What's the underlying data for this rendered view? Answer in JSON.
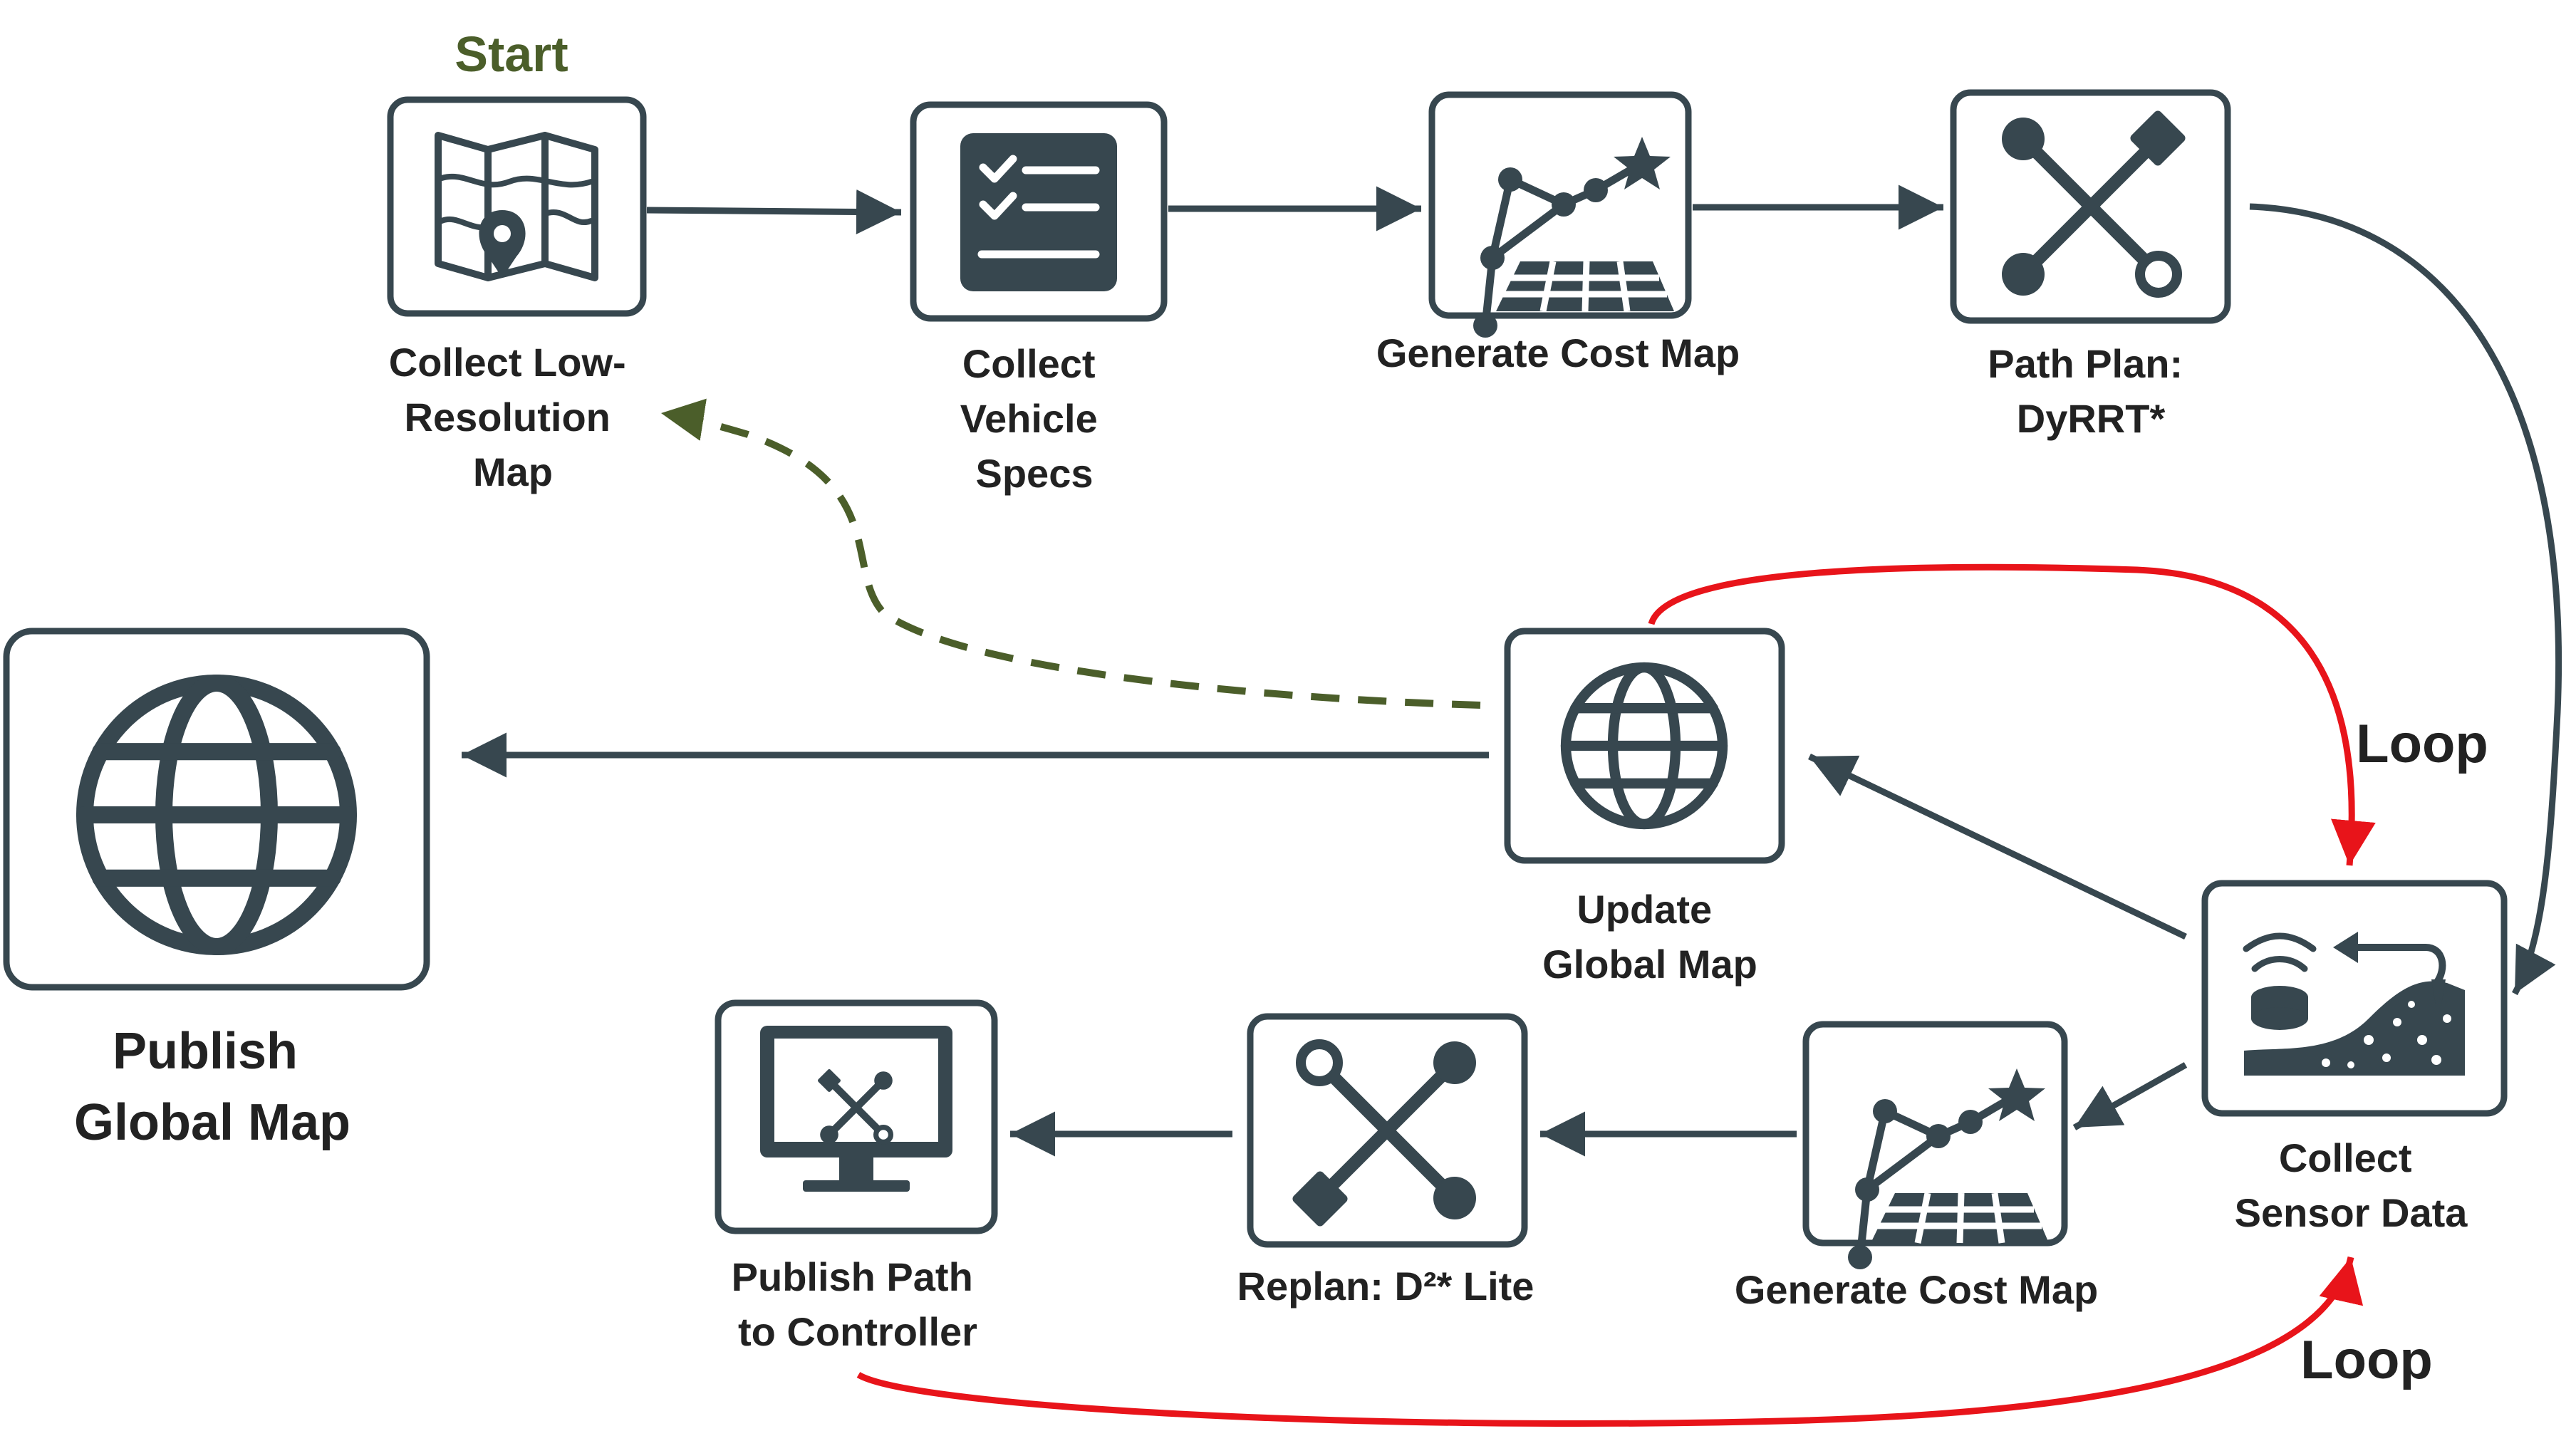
{
  "start_label": "Start",
  "nodes": {
    "collect_map": [
      "Collect Low-",
      "Resolution",
      "Map"
    ],
    "collect_vehicle": [
      "Collect",
      "Vehicle",
      "Specs"
    ],
    "cost_map_top": [
      "Generate Cost Map"
    ],
    "path_plan": [
      "Path Plan:",
      "DyRRT*"
    ],
    "update_global": [
      "Update",
      "Global Map"
    ],
    "publish_global": [
      "Publish",
      "Global Map"
    ],
    "collect_sensor": [
      "Collect",
      "Sensor Data"
    ],
    "cost_map_bottom": [
      "Generate Cost Map"
    ],
    "replan": [
      "Replan: D²* Lite"
    ],
    "publish_path": [
      "Publish Path",
      "to Controller"
    ]
  },
  "loop_labels": [
    "Loop",
    "Loop"
  ],
  "colors": {
    "node_border": "#37474f",
    "icon": "#37474f",
    "loop_arrow": "#e8141a",
    "start_dashed_arrow": "#4b5e2a"
  }
}
